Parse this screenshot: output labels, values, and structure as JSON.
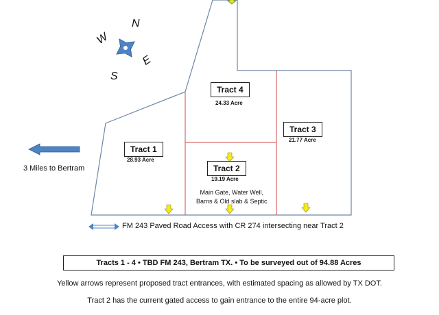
{
  "compass": {
    "n": "N",
    "e": "E",
    "s": "S",
    "w": "W"
  },
  "direction": {
    "label": "3 Miles to Bertram"
  },
  "tracts": [
    {
      "name": "Tract 1",
      "acre": "28.93 Acre"
    },
    {
      "name": "Tract 2",
      "acre": "19.19 Acre"
    },
    {
      "name": "Tract 3",
      "acre": "21.77 Acre"
    },
    {
      "name": "Tract 4",
      "acre": "24.33 Acre"
    }
  ],
  "tract2_note": {
    "line1": "Main Gate, Water Well,",
    "line2": "Barns & Old slab & Septic"
  },
  "road": {
    "label": "FM 243 Paved Road Access with CR 274 intersecting near Tract 2"
  },
  "banner": {
    "text": "Tracts 1 - 4 • TBD FM 243, Bertram TX. • To be surveyed out of 94.88 Acres"
  },
  "info": [
    "Yellow arrows represent proposed tract entrances, with estimated spacing as allowed by TX DOT.",
    "Tract 2 has the current gated access to gain entrance to the entire 94-acre plot."
  ],
  "colors": {
    "boundary": "#6b86a8",
    "tract_line": "#d14a4a",
    "arrow_yellow": "#f5ec16",
    "arrow_green": "#4f8a2a",
    "compass_blue": "#4f83c4",
    "left_arrow": "#4f83c4"
  }
}
